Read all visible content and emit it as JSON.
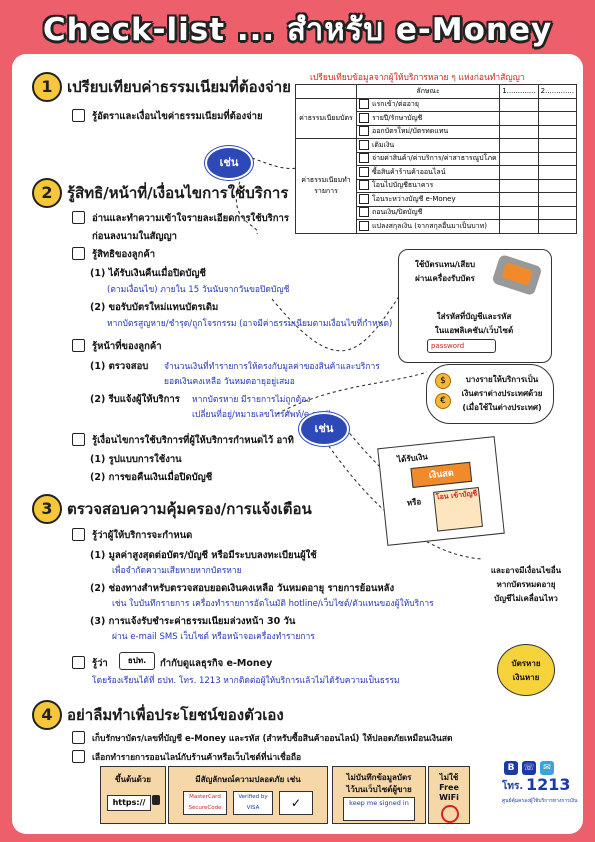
{
  "title": "Check-list ... สำหรับ  e-Money",
  "colors": {
    "background": "#ee5f6c",
    "accent_blue": "#2337b8",
    "number_badge": "#f6c63b",
    "tag_blue": "#2d49b8"
  },
  "tag_label": "เช่น",
  "section1": {
    "num": "1",
    "heading": "เปรียบเทียบค่าธรรมเนียมที่ต้องจ่าย",
    "item": "รู้อัตราและเงื่อนไขค่าธรรมเนียมที่ต้องจ่าย",
    "table_caption": "เปรียบเทียบข้อมูลจากผู้ให้บริการหลาย ๆ แห่งก่อนทำสัญญา",
    "table_header": {
      "col1": "ลักษณะ",
      "col2": "1.............",
      "col3": "2............."
    },
    "group1_label": "ค่าธรรมเนียมบัตร",
    "group1_rows": [
      "แรกเข้า/ต่ออายุ",
      "รายปี/รักษาบัญชี",
      "ออกบัตรใหม่/บัตรทดแทน"
    ],
    "group2_label": "ค่าธรรมเนียมทำรายการ",
    "group2_rows": [
      "เติมเงิน",
      "จ่ายค่าสินค้า/ค่าบริการ/ค่าสาธารณูปโภค",
      "ซื้อสินค้าร้านค้าออนไลน์",
      "โอนไปบัญชีธนาคาร",
      "โอนระหว่างบัญชี e-Money",
      "ถอนเงิน/ปิดบัญชี",
      "แปลงสกุลเงิน (จากสกุลอื่นมาเป็นบาท)"
    ]
  },
  "section2": {
    "num": "2",
    "heading": "รู้สิทธิ/หน้าที่/เงื่อนไขการใช้บริการ",
    "item_read_line1": "อ่านและทำความเข้าใจรายละเอียดการใช้บริการ",
    "item_read_line2": "ก่อนลงนามในสัญญา",
    "item_rights": "รู้สิทธิของลูกค้า",
    "right1": "(1)  ได้รับเงินคืนเมื่อปิดบัญชี",
    "right1_note": "(ตามเงื่อนไข) ภายใน 15 วันนับจากวันขอปิดบัญชี",
    "right2": "(2)  ขอรับบัตรใหม่แทนบัตรเดิม",
    "right2_note": "หากบัตรสูญหาย/ชำรุด/ถูกโจรกรรม (อาจมีค่าธรรมเนียมตามเงื่อนไขที่กำหนด)",
    "item_duties": "รู้หน้าที่ของลูกค้า",
    "duty1_a": "(1)  ตรวจสอบ",
    "duty1_b": "จำนวนเงินที่ทำรายการให้ตรงกับมูลค่าของสินค้าและบริการ",
    "duty1_c": "ยอดเงินคงเหลือ วันหมดอายุอยู่เสมอ",
    "duty2_a": "(2)  รีบแจ้งผู้ให้บริการ",
    "duty2_b": "หากบัตรหาย มีรายการไม่ถูกต้อง",
    "duty2_c": "เปลี่ยนที่อยู่/หมายเลขโทรศัพท์/e-mail",
    "item_conditions": "รู้เงื่อนไขการใช้บริการที่ผู้ให้บริการกำหนดไว้ อาทิ",
    "cond1": "(1)  รูปแบบการใช้งาน",
    "cond2": "(2)  การขอคืนเงินเมื่อปิดบัญชี",
    "side_a1": "ใช้บัตรแทน/เสียบ",
    "side_a2": "ผ่านเครื่องรับบัตร",
    "side_b1": "ใส่รหัสที่บัญชีและรหัส",
    "side_b2": "ในแอพลิเคชัน/เว็บไซต์",
    "side_password": "password",
    "side_c1": "บางรายให้บริการเป็น",
    "side_c2": "เงินตราต่างประเทศด้วย",
    "side_c3": "(เมื่อใช้ในต่างประเทศ)",
    "side_refund1": "ได้รับเงิน",
    "side_refund_cash": "เงินสด",
    "side_refund_or": "หรือ",
    "side_refund_transfer": "โอน เข้าบัญชี"
  },
  "section3": {
    "num": "3",
    "heading": "ตรวจสอบความคุ้มครอง/การแจ้งเตือน",
    "item_limits": "รู้ว่าผู้ให้บริการจะกำหนด",
    "limit1": "(1)  มูลค่าสูงสุดต่อบัตร/บัญชี หรือมีระบบลงทะเบียนผู้ใช้",
    "limit1_note": "เพื่อจำกัดความเสียหายหากบัตรหาย",
    "limit2": "(2)  ช่องทางสำหรับตรวจสอบยอดเงินคงเหลือ วันหมดอายุ รายการย้อนหลัง",
    "limit2_note": "เช่น ใบบันทึกรายการ เครื่องทำรายการอัตโนมัติ hotline/เว็บไซต์/ตัวแทนของผู้ให้บริการ",
    "limit3": "(3)  การแจ้งรับชำระค่าธรรมเนียมล่วงหน้า 30 วัน",
    "limit3_note": "ผ่าน e-mail SMS เว็บไซต์ หรือหน้าจอเครื่องทำรายการ",
    "item_bot_a": "รู้ว่า",
    "item_bot_logo": "ธปท.",
    "item_bot_b": "กำกับดูแลธุรกิจ e-Money",
    "bot_note": "โดยร้องเรียนได้ที่ ธปท. โทร. 1213 หากติดต่อผู้ให้บริการแล้วไม่ได้รับความเป็นธรรม",
    "side_reregister1": "และอาจมีเงื่อนไขอื่น",
    "side_reregister2": "หากบัตรหมดอายุ",
    "side_reregister3": "บัญชีไม่เคลื่อนไหว"
  },
  "section4": {
    "num": "4",
    "heading": "อย่าลืมทำเพื่อประโยชน์ของตัวเอง",
    "item1": "เก็บรักษาบัตร/เลขที่บัญชี e-Money และรหัส (สำหรับซื้อสินค้าออนไลน์) ให้ปลอดภัยเหมือนเงินสด",
    "item2": "เลือกทำรายการออนไลน์กับร้านค้าหรือเว็บไซต์ที่น่าเชื่อถือ",
    "card1_label": "ขึ้นต้นด้วย",
    "card1_value": "https://",
    "card2_label": "มีสัญลักษณ์ความปลอดภัย เช่น",
    "card2_logo1": "MasterCard SecureCode",
    "card2_logo2": "Verified by VISA",
    "card3_label1": "ไม่บันทึกข้อมูลบัตร",
    "card3_label2": "ไว้บนเว็บไซต์ผู้ขาย",
    "card3_checkbox": "keep me signed in",
    "card4_label1": "ไม่ใช้",
    "card4_label2": "Free",
    "card4_label3": "WiFi",
    "lost_card_badge1": "บัตรหาย",
    "lost_card_badge2": "เงินหาย",
    "hotline_prefix": "โทร.",
    "hotline_number": "1213",
    "hotline_caption": "ศูนย์คุ้มครองผู้ใช้บริการทางการเงิน"
  }
}
